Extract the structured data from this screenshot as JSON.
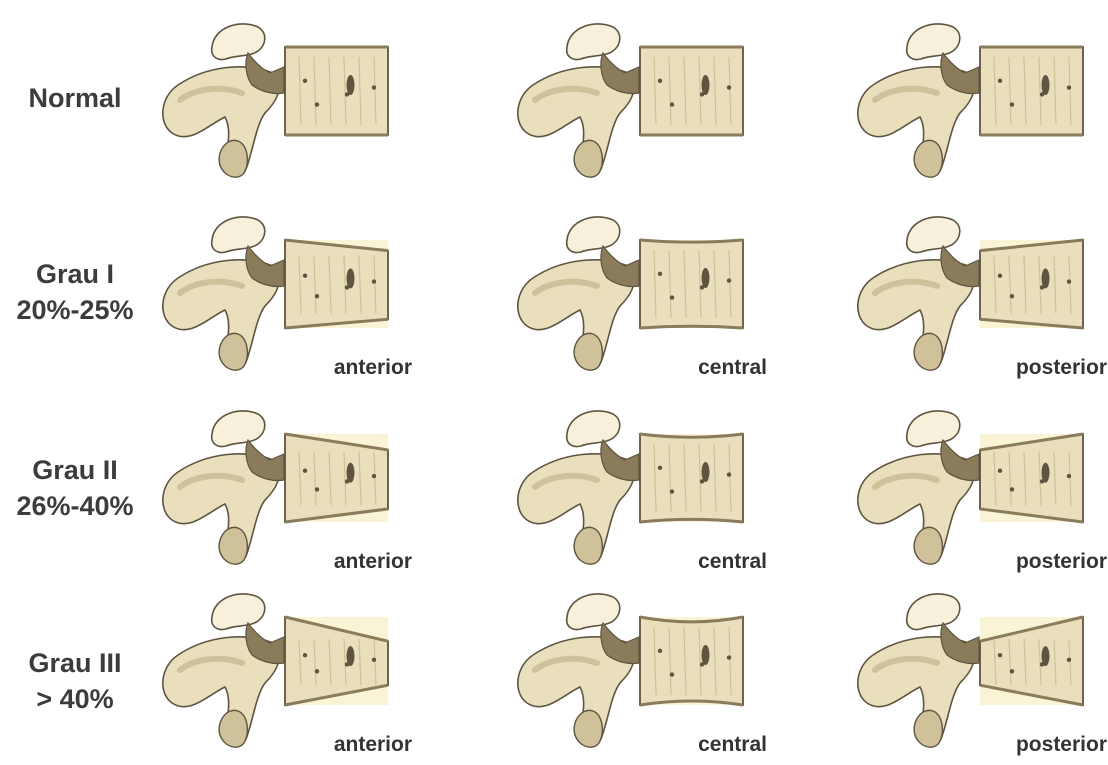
{
  "colors": {
    "bone_fill": "#e9dfbd",
    "bone_shade": "#cfc19a",
    "bone_light": "#f7f1dc",
    "bone_dark": "#8a7c5a",
    "outline": "#5e5440",
    "wedge_highlight": "#faf4d6",
    "text": "#3c3c3c"
  },
  "rows": [
    {
      "label_line1": "Normal",
      "label_line2": "",
      "cells": [
        {
          "position_label": "",
          "deformity": "none",
          "compression_pct": 0
        },
        {
          "position_label": "",
          "deformity": "none",
          "compression_pct": 0
        },
        {
          "position_label": "",
          "deformity": "none",
          "compression_pct": 0
        }
      ]
    },
    {
      "label_line1": "Grau I",
      "label_line2": "20%-25%",
      "cells": [
        {
          "position_label": "anterior",
          "deformity": "anterior",
          "compression_pct": 22
        },
        {
          "position_label": "central",
          "deformity": "central",
          "compression_pct": 22
        },
        {
          "position_label": "posterior",
          "deformity": "posterior",
          "compression_pct": 22
        }
      ]
    },
    {
      "label_line1": "Grau II",
      "label_line2": "26%-40%",
      "cells": [
        {
          "position_label": "anterior",
          "deformity": "anterior",
          "compression_pct": 33
        },
        {
          "position_label": "central",
          "deformity": "central",
          "compression_pct": 33
        },
        {
          "position_label": "posterior",
          "deformity": "posterior",
          "compression_pct": 33
        }
      ]
    },
    {
      "label_line1": "Grau III",
      "label_line2": "> 40%",
      "cells": [
        {
          "position_label": "anterior",
          "deformity": "anterior",
          "compression_pct": 50
        },
        {
          "position_label": "central",
          "deformity": "central",
          "compression_pct": 50
        },
        {
          "position_label": "posterior",
          "deformity": "posterior",
          "compression_pct": 50
        }
      ]
    }
  ]
}
